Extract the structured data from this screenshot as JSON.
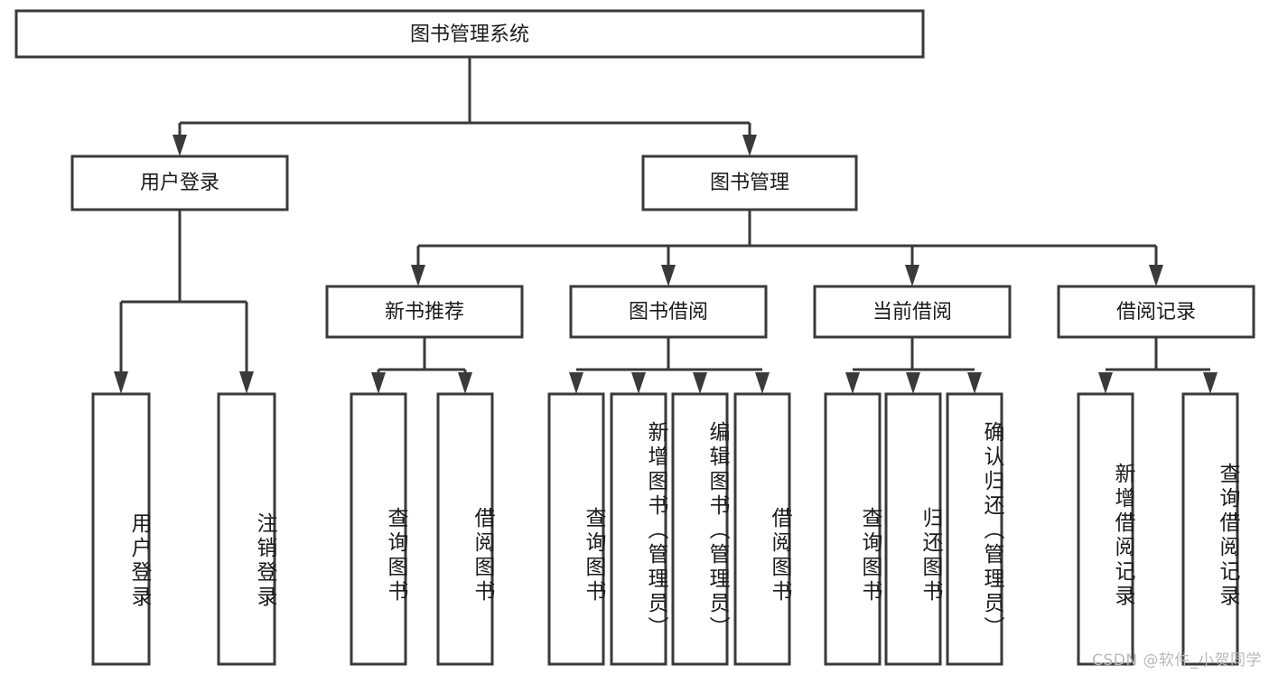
{
  "diagram": {
    "title": "图书管理系统",
    "type": "tree-hierarchy",
    "watermark": "CSDN @软件_小贺同学",
    "colors": {
      "box_stroke": "#3a3a3a",
      "box_fill": "#ffffff",
      "text": "#1b1b1b",
      "connector": "#3a3a3a",
      "watermark": "#b9b9b9",
      "background": "#ffffff"
    },
    "root": {
      "label": "图书管理系统"
    },
    "level2": [
      {
        "label": "用户登录"
      },
      {
        "label": "图书管理"
      }
    ],
    "level3": [
      {
        "label": "新书推荐"
      },
      {
        "label": "图书借阅"
      },
      {
        "label": "当前借阅"
      },
      {
        "label": "借阅记录"
      }
    ],
    "leaves": {
      "user_login": [
        {
          "label": "用户登录"
        },
        {
          "label": "注销登录"
        }
      ],
      "new_book_recommend": [
        {
          "label": "查询图书"
        },
        {
          "label": "借阅图书"
        }
      ],
      "book_borrow": [
        {
          "label": "查询图书"
        },
        {
          "label": "新增图书（管理员）"
        },
        {
          "label": "编辑图书（管理员）"
        },
        {
          "label": "借阅图书"
        }
      ],
      "current_borrow": [
        {
          "label": "查询图书"
        },
        {
          "label": "归还图书"
        },
        {
          "label": "确认归还（管理员）"
        }
      ],
      "borrow_records": [
        {
          "label": "新增借阅记录"
        },
        {
          "label": "查询借阅记录"
        }
      ]
    }
  }
}
